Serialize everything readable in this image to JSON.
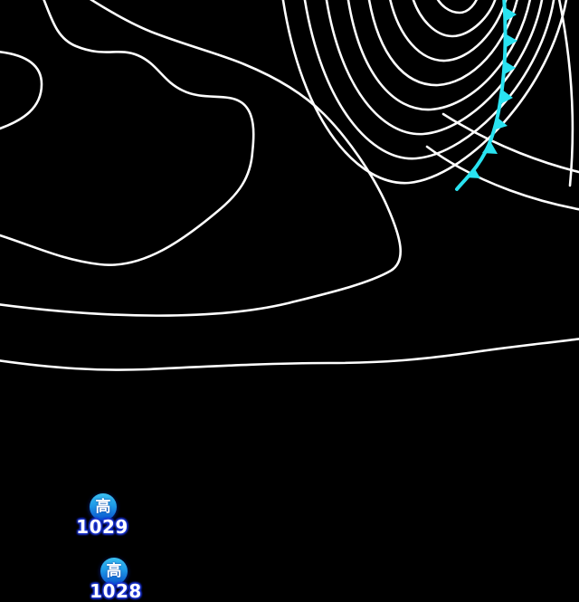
{
  "map": {
    "kind": "weather-surface-pressure-map",
    "colors": {
      "background": "#000000",
      "isobar": "#ffffff",
      "cold_front": "#29e3f1",
      "marker_gradient_top": "#3abff0",
      "marker_gradient_bottom": "#0b52cc",
      "marker_text": "#ffffff",
      "value_glow": "#1d36d8"
    },
    "pressure_centers": [
      {
        "kind": "high",
        "symbol": "高",
        "value": "1029"
      },
      {
        "kind": "high",
        "symbol": "高",
        "value": "1028"
      }
    ],
    "front": {
      "kind": "cold",
      "barb_count": 7
    }
  }
}
